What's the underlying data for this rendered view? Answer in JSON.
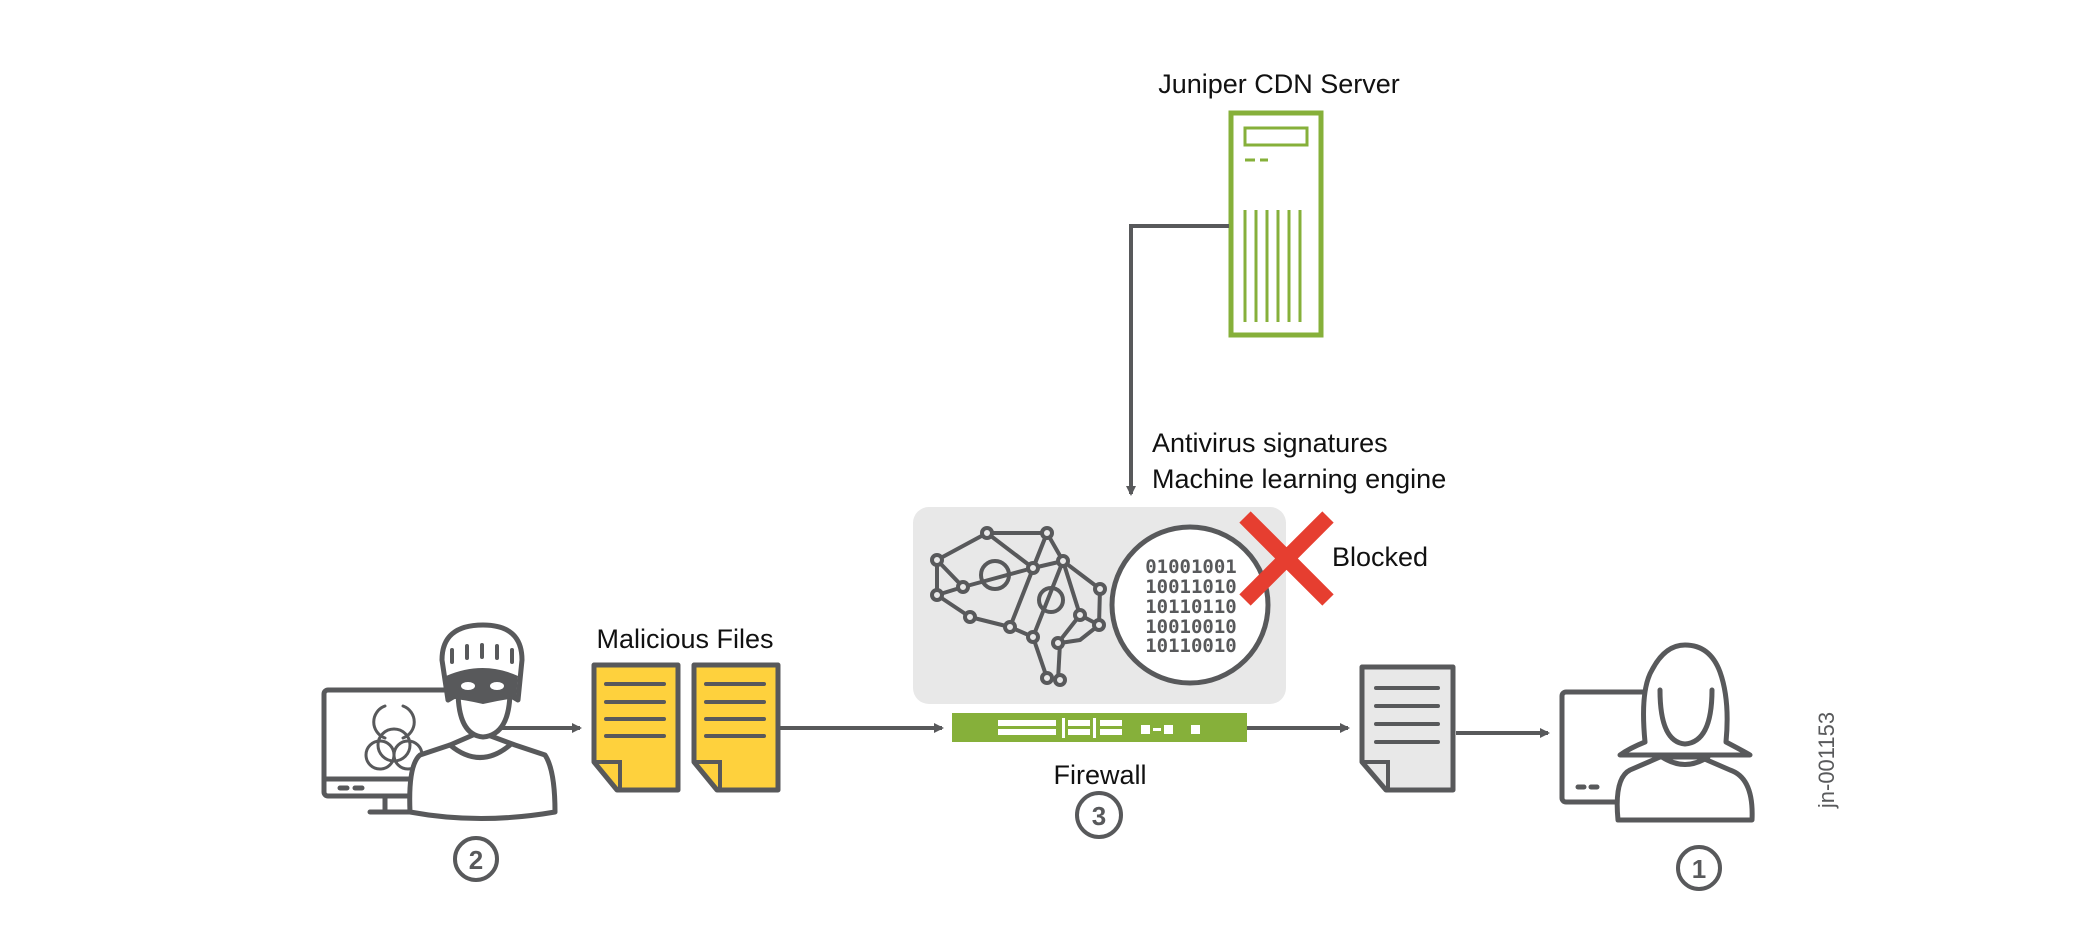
{
  "labels": {
    "server": "Juniper CDN Server",
    "update_line1": "Antivirus signatures",
    "update_line2": "Machine learning engine",
    "blocked": "Blocked",
    "malicious_files": "Malicious Files",
    "firewall": "Firewall",
    "figure_id": "jn-001153"
  },
  "steps": {
    "user": "1",
    "attacker": "2",
    "firewall": "3"
  },
  "binary": [
    "01001001",
    "10011010",
    "10110110",
    "10010010",
    "10110010"
  ],
  "colors": {
    "stroke": "#58595b",
    "server": "#86b03a",
    "firewall": "#86b03a",
    "files": "#fed13d",
    "blocked": "#e63e30",
    "panel": "#e8e8e8"
  },
  "icons": [
    "server-icon",
    "brain-network-icon",
    "binary-magnifier-icon",
    "blocked-x-icon",
    "firewall-icon",
    "document-icon",
    "hacker-icon",
    "biohazard-icon",
    "user-icon",
    "monitor-icon"
  ]
}
